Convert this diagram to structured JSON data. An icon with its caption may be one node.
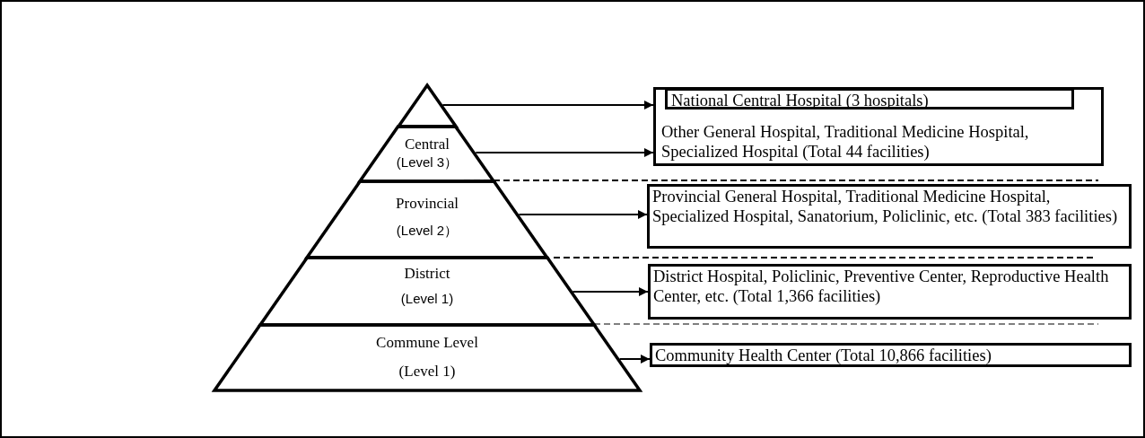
{
  "diagram": {
    "nodes": [
      {
        "text": [],
        "shape": "triangle"
      },
      {
        "text": [
          "Central",
          "(Level 3）"
        ]
      },
      {
        "text": [
          "Provincial",
          "(Level 2）"
        ]
      },
      {
        "text": [
          "District",
          "(Level 1)"
        ]
      },
      {
        "text": [
          "Commune Level",
          "(Level 1)"
        ]
      },
      {
        "text": [
          "Other General Hospital, Traditional Medicine Hospital, Specialized Hospital (Total 44 facilities)"
        ]
      },
      {
        "text": [
          "National Central Hospital (3 hospitals)"
        ],
        "in": 5
      },
      {
        "text": [
          "Provincial General Hospital, Traditional Medicine Hospital, Specialized Hospital, Sanatorium, Policlinic, etc. (Total 383 facilities)"
        ]
      },
      {
        "text": [
          "District Hospital, Policlinic, Preventive Center, Reproductive Health Center, etc. (Total 1,366 facilities)"
        ]
      },
      {
        "text": [
          "Community Health Center (Total 10,866 facilities)"
        ]
      }
    ],
    "edges": [
      {
        "from": 0,
        "to": 6,
        "arrow": "to"
      },
      {
        "from": 1,
        "to": 5,
        "arrow": "to"
      },
      {
        "from": 2,
        "to": 7,
        "arrow": "to"
      },
      {
        "from": 3,
        "to": 8,
        "arrow": "to"
      },
      {
        "from": 4,
        "to": 9,
        "arrow": "to"
      }
    ]
  }
}
